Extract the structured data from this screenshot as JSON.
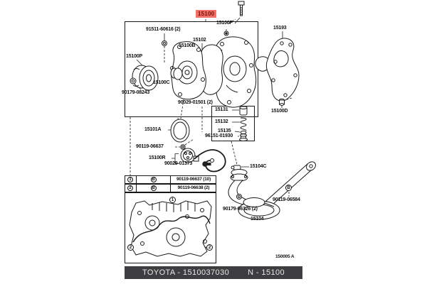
{
  "highlight": {
    "part_no": "15100",
    "bg_color": "#ef7168",
    "text_color": "#7a0f08"
  },
  "labels": {
    "bolt_91511": "91511-60616 (2)",
    "part_15100F": "15100F",
    "part_15102": "15102",
    "part_15100B": "15100B",
    "part_15100P": "15100P",
    "part_15100C": "15100C",
    "nut_90179_08243": "90179-08243",
    "bolt_90029_01501": "90029-01501 (2)",
    "part_15131": "15131",
    "part_15132": "15132",
    "part_15135": "15135",
    "plug_96151": "96151-01930",
    "part_15101A": "15101A",
    "part_15193": "15193",
    "part_15100D": "15100D",
    "bolt_90119_06637": "90119-06637",
    "part_15100R": "15100R",
    "bolt_90029_01373": "90029-01373",
    "part_15104C": "15104C",
    "bolt_90119_06584": "90119-06584",
    "nut_90179_06326": "90179-06326 (2)",
    "part_15104": "15104"
  },
  "table": {
    "rows": [
      {
        "num": "1",
        "letter": "B",
        "part": "90119-06637 (10)"
      },
      {
        "num": "2",
        "letter": "B",
        "part": "90119-06638 (2)"
      }
    ]
  },
  "markers": {
    "m1": "1",
    "m2_left": "2",
    "m2_right": "2",
    "mB": "B"
  },
  "figure_code": "150005 A",
  "footer": {
    "left": "TOYOTA - 1510037030",
    "right": "N - 15100"
  },
  "colors": {
    "line": "#1a1a1a",
    "footer_bg": "#3e3e40",
    "footer_text": "#e8e8e8"
  }
}
